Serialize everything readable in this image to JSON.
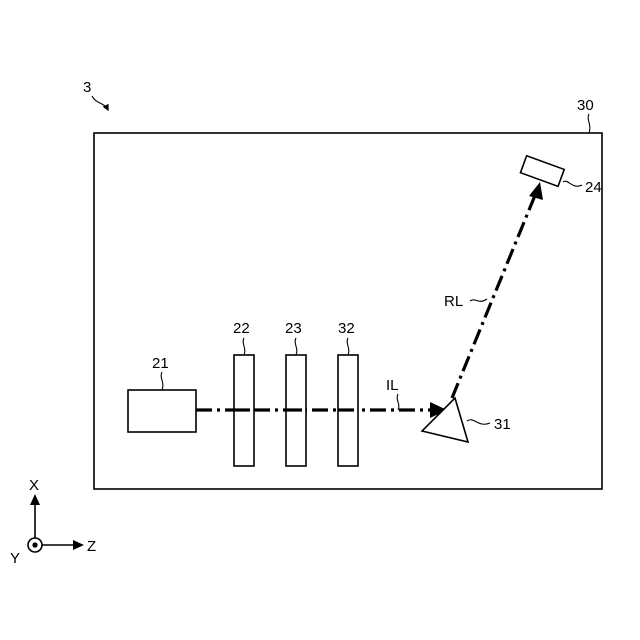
{
  "labels": {
    "device": "3",
    "housing": "30",
    "light_source": "21",
    "element_22": "22",
    "element_23": "23",
    "element_32": "32",
    "prism": "31",
    "detector": "24",
    "incident_light": "IL",
    "reflected_light": "RL"
  },
  "axes": {
    "x": "X",
    "y": "Y",
    "z": "Z"
  }
}
